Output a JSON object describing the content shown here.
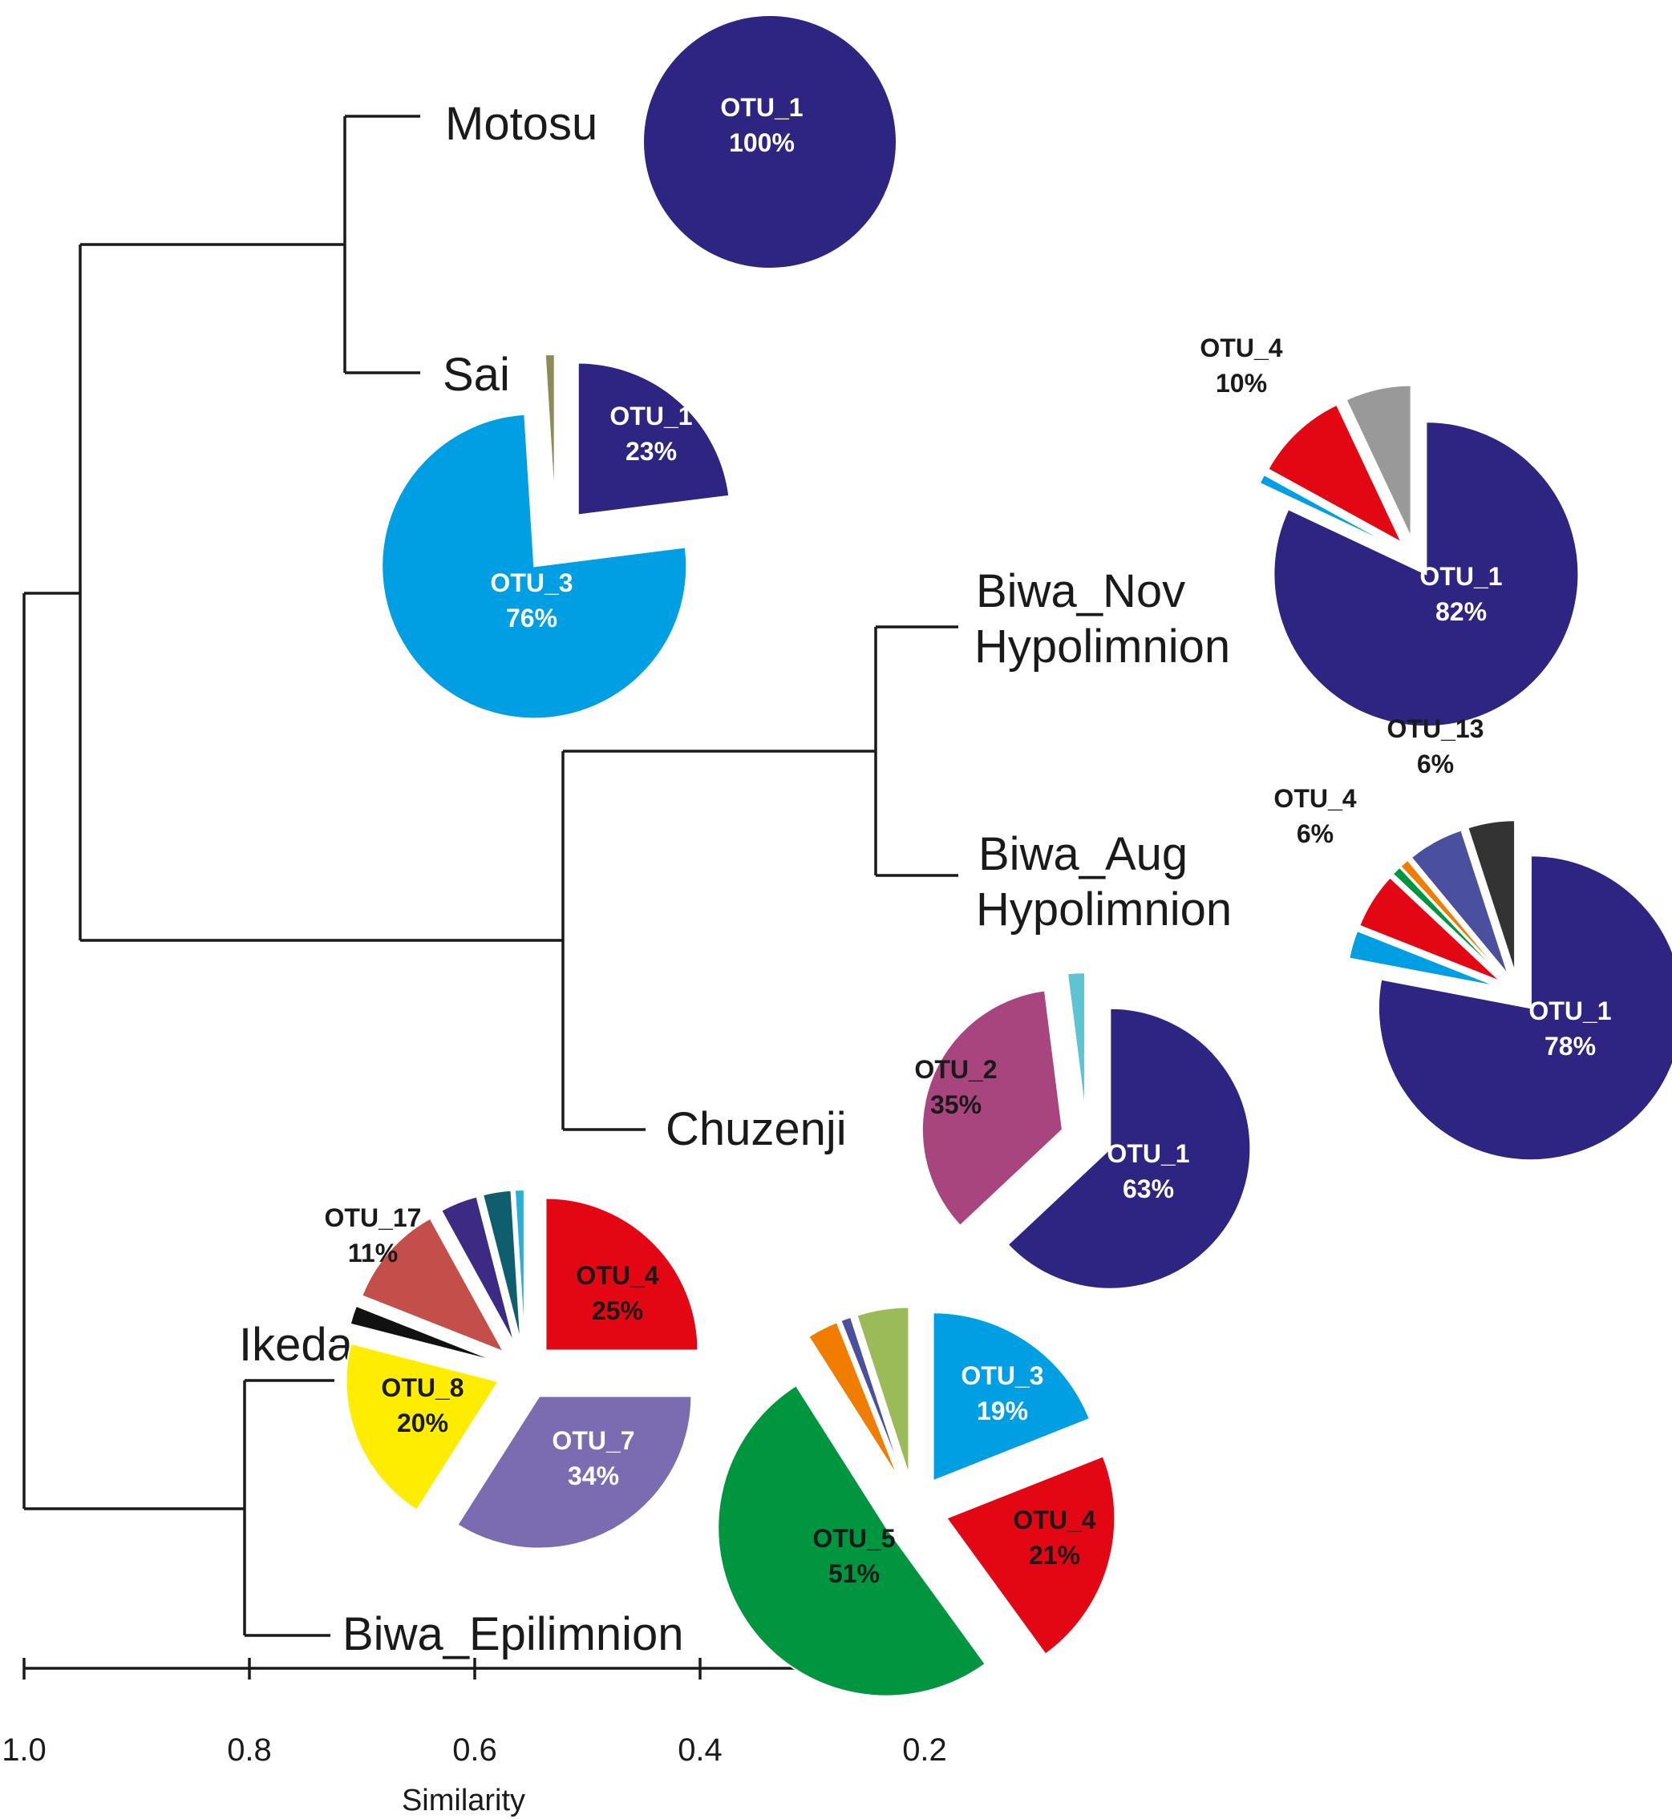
{
  "axis": {
    "title": "Similarity",
    "ticks": [
      "1.0",
      "0.8",
      "0.6",
      "0.4",
      "0.2"
    ],
    "range": [
      1.0,
      0.2
    ]
  },
  "leaves": [
    {
      "id": "motosu",
      "lines": [
        "Motosu"
      ]
    },
    {
      "id": "sai",
      "lines": [
        "Sai"
      ]
    },
    {
      "id": "biwa_nov",
      "lines": [
        "Biwa_Nov",
        "Hypolimnion"
      ]
    },
    {
      "id": "biwa_aug",
      "lines": [
        "Biwa_Aug",
        "Hypolimnion"
      ]
    },
    {
      "id": "chuzenji",
      "lines": [
        "Chuzenji"
      ]
    },
    {
      "id": "ikeda",
      "lines": [
        "Ikeda"
      ]
    },
    {
      "id": "biwa_epi",
      "lines": [
        "Biwa_Epilimnion"
      ]
    }
  ],
  "chart_data": [
    {
      "type": "pie",
      "sample": "Motosu",
      "slices": [
        {
          "name": "OTU_1",
          "value": 100,
          "label": [
            "OTU_1",
            "100%"
          ],
          "color": "#2e2482"
        }
      ]
    },
    {
      "type": "pie",
      "sample": "Sai",
      "slices": [
        {
          "name": "OTU_1",
          "value": 23,
          "label": [
            "OTU_1",
            "23%"
          ],
          "color": "#2e2482"
        },
        {
          "name": "OTU_3",
          "value": 76,
          "label": [
            "OTU_3",
            "76%"
          ],
          "color": "#009fe3"
        },
        {
          "name": "minor",
          "value": 1,
          "color": "#8b8b5a"
        }
      ]
    },
    {
      "type": "pie",
      "sample": "Biwa_Nov Hypolimnion",
      "slices": [
        {
          "name": "OTU_1",
          "value": 82,
          "label": [
            "OTU_1",
            "82%"
          ],
          "color": "#2e2482"
        },
        {
          "name": "minor",
          "value": 1,
          "color": "#009fe3"
        },
        {
          "name": "OTU_4",
          "value": 10,
          "label": [
            "OTU_4",
            "10%"
          ],
          "color": "#e30613"
        },
        {
          "name": "minor",
          "value": 7,
          "color": "#999999"
        }
      ]
    },
    {
      "type": "pie",
      "sample": "Biwa_Aug Hypolimnion",
      "slices": [
        {
          "name": "OTU_1",
          "value": 78,
          "label": [
            "OTU_1",
            "78%"
          ],
          "color": "#2e2482"
        },
        {
          "name": "minor",
          "value": 3,
          "color": "#009fe3"
        },
        {
          "name": "OTU_4",
          "value": 6,
          "label": [
            "OTU_4",
            "6%"
          ],
          "color": "#e30613"
        },
        {
          "name": "minor",
          "value": 1,
          "color": "#009640"
        },
        {
          "name": "minor",
          "value": 1,
          "color": "#f07d00"
        },
        {
          "name": "OTU_13",
          "value": 6,
          "label": [
            "OTU_13",
            "6%"
          ],
          "color": "#4a4f9e"
        },
        {
          "name": "minor",
          "value": 5,
          "color": "#333333"
        }
      ]
    },
    {
      "type": "pie",
      "sample": "Chuzenji",
      "slices": [
        {
          "name": "OTU_1",
          "value": 63,
          "label": [
            "OTU_1",
            "63%"
          ],
          "color": "#2e2482"
        },
        {
          "name": "OTU_2",
          "value": 35,
          "label": [
            "OTU_2",
            "35%"
          ],
          "color": "#a8447e"
        },
        {
          "name": "minor",
          "value": 2,
          "color": "#5ec3d3"
        }
      ]
    },
    {
      "type": "pie",
      "sample": "Ikeda",
      "slices": [
        {
          "name": "OTU_4",
          "value": 25,
          "label": [
            "OTU_4",
            "25%"
          ],
          "color": "#e30613"
        },
        {
          "name": "OTU_7",
          "value": 34,
          "label": [
            "OTU_7",
            "34%"
          ],
          "color": "#7b6cb2"
        },
        {
          "name": "OTU_8",
          "value": 20,
          "label": [
            "OTU_8",
            "20%"
          ],
          "color": "#ffed00"
        },
        {
          "name": "minor",
          "value": 2,
          "color": "#111111"
        },
        {
          "name": "OTU_17",
          "value": 11,
          "label": [
            "OTU_17",
            "11%"
          ],
          "color": "#c44e4a"
        },
        {
          "name": "minor",
          "value": 4,
          "color": "#3d2a85"
        },
        {
          "name": "minor",
          "value": 3,
          "color": "#0e5e6e"
        },
        {
          "name": "minor",
          "value": 1,
          "color": "#2ab0d8"
        }
      ]
    },
    {
      "type": "pie",
      "sample": "Biwa_Epilimnion",
      "slices": [
        {
          "name": "OTU_3",
          "value": 19,
          "label": [
            "OTU_3",
            "19%"
          ],
          "color": "#009fe3"
        },
        {
          "name": "OTU_4",
          "value": 21,
          "label": [
            "OTU_4",
            "21%"
          ],
          "color": "#e30613"
        },
        {
          "name": "OTU_5",
          "value": 51,
          "label": [
            "OTU_5",
            "51%"
          ],
          "color": "#009640"
        },
        {
          "name": "minor",
          "value": 3,
          "color": "#f07d00"
        },
        {
          "name": "minor",
          "value": 1,
          "color": "#4a4f9e"
        },
        {
          "name": "minor",
          "value": 5,
          "color": "#9bbb59"
        }
      ]
    }
  ]
}
